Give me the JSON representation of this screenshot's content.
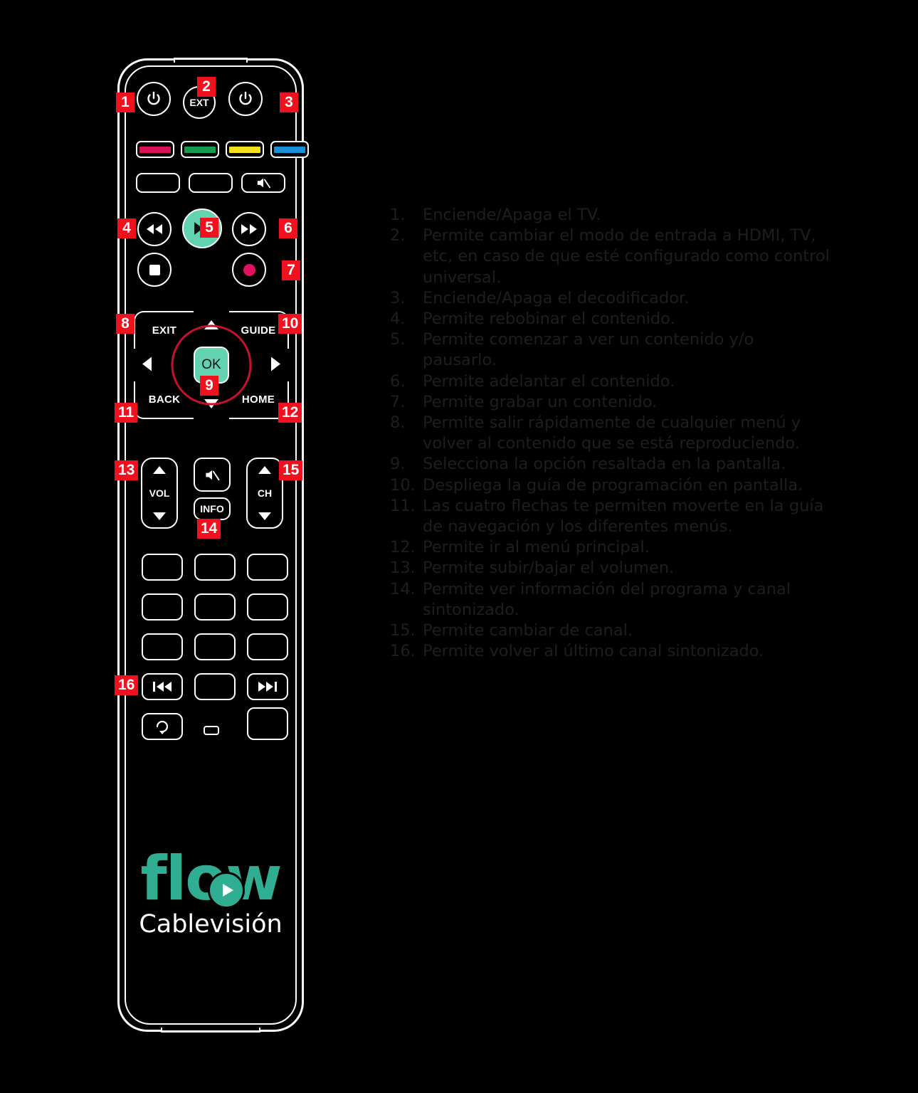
{
  "page": {
    "background": "#000000",
    "accent_red": "#f0101e",
    "accent_teal": "#63d2b0",
    "ring_red": "#c8102e",
    "text_color": "#1e1e1e"
  },
  "remote": {
    "brand_name": "flow",
    "brand_sub": "Cablevisión",
    "power_tv_icon": "power-icon",
    "power_stb_icon": "power-icon",
    "ext_label": "EXT",
    "color_buttons": [
      {
        "name": "red-color-button",
        "color": "#d81159"
      },
      {
        "name": "green-color-button",
        "color": "#169b4f"
      },
      {
        "name": "yellow-color-button",
        "color": "#f5e119"
      },
      {
        "name": "blue-color-button",
        "color": "#1a8fd8"
      }
    ],
    "transport": {
      "rewind_icon": "rewind-icon",
      "play_pause_icon": "play-pause-icon",
      "forward_icon": "fast-forward-icon",
      "stop_icon": "stop-icon",
      "record_icon": "record-icon",
      "record_color": "#e0115f",
      "play_color": "#63d2b0"
    },
    "dpad": {
      "exit_label": "EXIT",
      "guide_label": "GUIDE",
      "back_label": "BACK",
      "home_label": "HOME",
      "ok_label": "OK",
      "up_icon": "arrow-up-icon",
      "down_icon": "arrow-down-icon",
      "left_icon": "arrow-left-icon",
      "right_icon": "arrow-right-icon"
    },
    "rockers": {
      "vol_label": "VOL",
      "ch_label": "CH",
      "mute_icon": "mute-icon",
      "info_label": "INFO"
    },
    "bottom": {
      "skip_back_icon": "skip-back-icon",
      "skip_forward_icon": "skip-forward-icon",
      "replay_icon": "replay-icon"
    }
  },
  "callouts": [
    {
      "id": 1,
      "label": "1"
    },
    {
      "id": 2,
      "label": "2"
    },
    {
      "id": 3,
      "label": "3"
    },
    {
      "id": 4,
      "label": "4"
    },
    {
      "id": 5,
      "label": "5"
    },
    {
      "id": 6,
      "label": "6"
    },
    {
      "id": 7,
      "label": "7"
    },
    {
      "id": 8,
      "label": "8"
    },
    {
      "id": 9,
      "label": "9"
    },
    {
      "id": 10,
      "label": "10"
    },
    {
      "id": 11,
      "label": "11"
    },
    {
      "id": 12,
      "label": "12"
    },
    {
      "id": 13,
      "label": "13"
    },
    {
      "id": 14,
      "label": "14"
    },
    {
      "id": 15,
      "label": "15"
    },
    {
      "id": 16,
      "label": "16"
    }
  ],
  "legend": {
    "items": [
      {
        "num": "1.",
        "text": "Enciende/Apaga el TV."
      },
      {
        "num": "2.",
        "text": "Permite cambiar el modo de entrada a HDMI, TV, etc, en caso de que esté configurado como control universal."
      },
      {
        "num": "3.",
        "text": "Enciende/Apaga el decodificador."
      },
      {
        "num": "4.",
        "text": "Permite rebobinar el contenido."
      },
      {
        "num": "5.",
        "text": "Permite comenzar a ver un contenido y/o pausarlo."
      },
      {
        "num": "6.",
        "text": "Permite adelantar el contenido."
      },
      {
        "num": "7.",
        "text": "Permite grabar un contenido."
      },
      {
        "num": "8.",
        "text": "Permite salir rápidamente de cualquier menú y volver al contenido que se está reproduciendo."
      },
      {
        "num": "9.",
        "text": "Selecciona la opción resaltada en la pantalla."
      },
      {
        "num": "10.",
        "text": "Despliega la guía de programación en pantalla."
      },
      {
        "num": "11.",
        "text": "Las cuatro flechas te permiten moverte en la guía de navegación y los diferentes menús."
      },
      {
        "num": "12.",
        "text": "Permite ir al menú principal."
      },
      {
        "num": "13.",
        "text": "Permite subir/bajar el volumen."
      },
      {
        "num": "14.",
        "text": "Permite ver información del programa y canal sintonizado."
      },
      {
        "num": "15.",
        "text": "Permite cambiar de canal."
      },
      {
        "num": "16.",
        "text": "Permite volver al último canal sintonizado."
      }
    ]
  }
}
